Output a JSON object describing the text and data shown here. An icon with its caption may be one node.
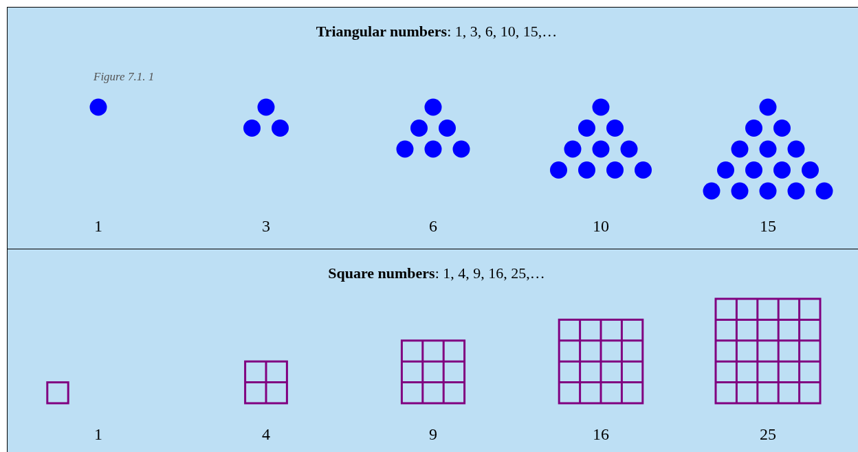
{
  "diagram": {
    "nodes": [
      {
        "text": [
          "**Triangular numbers**: 1, 3, 6, 10, 15,…"
        ]
      },
      {
        "text": [
          "**Square numbers**: 1, 4, 9, 16, 25,…"
        ]
      }
    ],
    "labels": [
      "Figure 7.1. 1",
      "1",
      "3",
      "6",
      "10",
      "15",
      "1",
      "4",
      "9",
      "16",
      "25"
    ]
  }
}
